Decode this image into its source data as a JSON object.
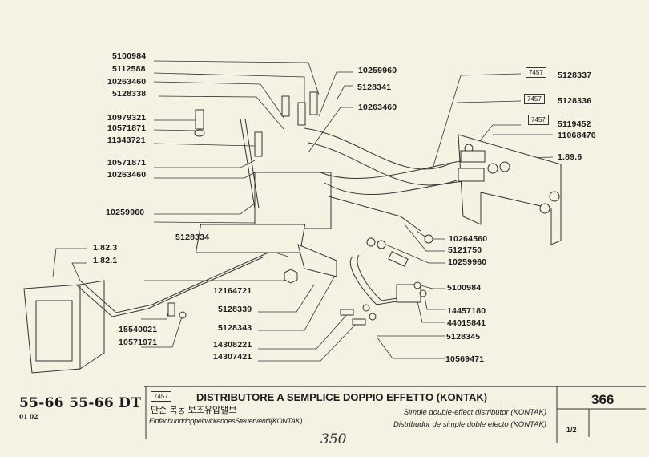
{
  "document": {
    "model": "55-66  55-66 DT",
    "model_sub": "01 02",
    "ref_code": "7457",
    "title_it": "DISTRIBUTORE A SEMPLICE DOPPIO EFFETTO (KONTAK)",
    "title_ko": "단순 복동 보조유압밸브",
    "title_de": "EinfachunddoppeltwirkendesSteuerventil(KONTAK)",
    "title_en": "Simple double-effect distributor (KONTAK)",
    "title_es": "Distribudor de simple doble efecto (KONTAK)",
    "page_number": "366",
    "page_fraction": "1/2",
    "handwritten_note": "350"
  },
  "parts_left": [
    {
      "id": "p1",
      "label": "5100984"
    },
    {
      "id": "p2",
      "label": "5112588"
    },
    {
      "id": "p3",
      "label": "10263460"
    },
    {
      "id": "p4",
      "label": "5128338"
    },
    {
      "id": "p5",
      "label": "10979321"
    },
    {
      "id": "p6",
      "label": "10571871"
    },
    {
      "id": "p7",
      "label": "11343721"
    },
    {
      "id": "p8",
      "label": "10571871"
    },
    {
      "id": "p9",
      "label": "10263460"
    },
    {
      "id": "p10",
      "label": "10259960"
    },
    {
      "id": "p11",
      "label": "5128334"
    },
    {
      "id": "p12",
      "label": "1.82.3"
    },
    {
      "id": "p13",
      "label": "1.82.1"
    },
    {
      "id": "p14",
      "label": "12164721"
    },
    {
      "id": "p15",
      "label": "5128339"
    },
    {
      "id": "p16",
      "label": "15540021"
    },
    {
      "id": "p17",
      "label": "5128343"
    },
    {
      "id": "p18",
      "label": "10571971"
    },
    {
      "id": "p19",
      "label": "14308221"
    },
    {
      "id": "p20",
      "label": "14307421"
    }
  ],
  "parts_right": [
    {
      "id": "r1",
      "label": "10259960"
    },
    {
      "id": "r2",
      "label": "5128341"
    },
    {
      "id": "r3",
      "label": "10263460"
    },
    {
      "id": "r4",
      "label": "5128337",
      "ref": "7457"
    },
    {
      "id": "r5",
      "label": "5128336",
      "ref": "7457"
    },
    {
      "id": "r6",
      "label": "5119452",
      "ref": "7457"
    },
    {
      "id": "r7",
      "label": "11068476"
    },
    {
      "id": "r8",
      "label": "1.89.6"
    },
    {
      "id": "r9",
      "label": "10264560"
    },
    {
      "id": "r10",
      "label": "5121750"
    },
    {
      "id": "r11",
      "label": "10259960"
    },
    {
      "id": "r12",
      "label": "5100984"
    },
    {
      "id": "r13",
      "label": "14457180"
    },
    {
      "id": "r14",
      "label": "44015841"
    },
    {
      "id": "r15",
      "label": "5128345"
    },
    {
      "id": "r16",
      "label": "10569471"
    }
  ]
}
